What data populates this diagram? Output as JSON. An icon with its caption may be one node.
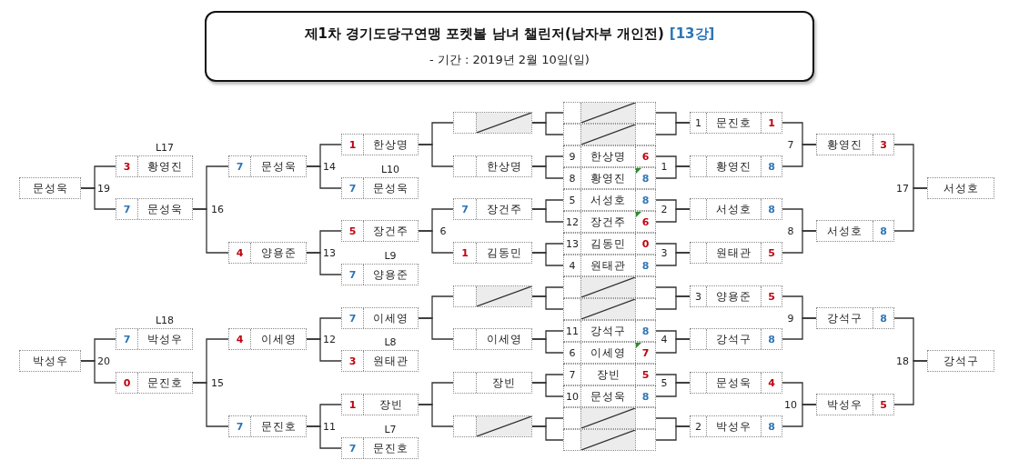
{
  "diagram": {
    "nodes": [
      {
        "text": [
          "제1차 경기도당구연맹 포켓볼 남녀 챌린저(남자부 개인전)",
          "[13강]",
          "- 기간 : 2019년 2월 10일(일)"
        ]
      },
      {
        "text": [
          "문성욱"
        ]
      },
      {
        "text": [
          "박성우"
        ]
      },
      {
        "text": [
          "3",
          "황영진"
        ],
        "beside": [
          "L17"
        ]
      },
      {
        "text": [
          "7",
          "문성욱"
        ]
      },
      {
        "text": [
          "7",
          "박성우"
        ],
        "beside": [
          "L18"
        ]
      },
      {
        "text": [
          "0",
          "문진호"
        ]
      },
      {
        "text": [
          "7",
          "문성욱"
        ]
      },
      {
        "text": [
          "4",
          "양용준"
        ]
      },
      {
        "text": [
          "4",
          "이세영"
        ]
      },
      {
        "text": [
          "7",
          "문진호"
        ]
      },
      {
        "text": [
          "1",
          "한상명"
        ]
      },
      {
        "text": [
          "7",
          "문성욱"
        ],
        "beside": [
          "L10"
        ]
      },
      {
        "text": [
          "5",
          "장건주"
        ]
      },
      {
        "text": [
          "7",
          "양용준"
        ],
        "beside": [
          "L9"
        ]
      },
      {
        "text": [
          "7",
          "이세영"
        ]
      },
      {
        "text": [
          "3",
          "원태관"
        ],
        "beside": [
          "L8"
        ]
      },
      {
        "text": [
          "1",
          "장빈"
        ]
      },
      {
        "text": [
          "7",
          "문진호"
        ],
        "beside": [
          "L7"
        ]
      },
      {
        "text": [],
        "shape": "box"
      },
      {
        "text": [
          "한상명"
        ]
      },
      {
        "text": [
          "7",
          "장건주"
        ]
      },
      {
        "text": [
          "1",
          "김동민"
        ]
      },
      {
        "text": [],
        "shape": "box"
      },
      {
        "text": [
          "이세영"
        ]
      },
      {
        "text": [
          "장빈"
        ]
      },
      {
        "text": [],
        "shape": "box"
      },
      {
        "text": [],
        "shape": "box"
      },
      {
        "text": [],
        "shape": "box"
      },
      {
        "text": [
          "9",
          "한상명",
          "6"
        ]
      },
      {
        "text": [
          "8",
          "황영진",
          "8"
        ]
      },
      {
        "text": [
          "5",
          "서성호",
          "8"
        ]
      },
      {
        "text": [
          "12",
          "장건주",
          "6"
        ]
      },
      {
        "text": [
          "13",
          "김동민",
          "0"
        ]
      },
      {
        "text": [
          "4",
          "원태관",
          "8"
        ]
      },
      {
        "text": [],
        "shape": "box"
      },
      {
        "text": [],
        "shape": "box"
      },
      {
        "text": [
          "11",
          "강석구",
          "8"
        ]
      },
      {
        "text": [
          "6",
          "이세영",
          "7"
        ]
      },
      {
        "text": [
          "7",
          "장빈",
          "5"
        ]
      },
      {
        "text": [
          "10",
          "문성욱",
          "8"
        ]
      },
      {
        "text": [],
        "shape": "box"
      },
      {
        "text": [],
        "shape": "box"
      },
      {
        "text": [
          "1",
          "문진호",
          "1"
        ]
      },
      {
        "text": [
          "황영진",
          "8"
        ]
      },
      {
        "text": [
          "서성호",
          "8"
        ]
      },
      {
        "text": [
          "원태관",
          "5"
        ]
      },
      {
        "text": [
          "3",
          "양용준",
          "5"
        ]
      },
      {
        "text": [
          "강석구",
          "8"
        ]
      },
      {
        "text": [
          "문성욱",
          "4"
        ]
      },
      {
        "text": [
          "2",
          "박성우",
          "8"
        ]
      },
      {
        "text": [
          "황영진",
          "3"
        ]
      },
      {
        "text": [
          "서성호",
          "8"
        ]
      },
      {
        "text": [
          "강석구",
          "8"
        ]
      },
      {
        "text": [
          "박성우",
          "5"
        ]
      },
      {
        "text": [
          "서성호"
        ]
      },
      {
        "text": [
          "강석구"
        ]
      }
    ],
    "edges": [
      {
        "from": 1,
        "to": 3,
        "arrow": "none"
      },
      {
        "from": 1,
        "to": 4,
        "arrow": "none"
      },
      {
        "from": 4,
        "to": 7,
        "arrow": "none"
      },
      {
        "from": 4,
        "to": 8,
        "arrow": "none"
      },
      {
        "from": 7,
        "to": 11,
        "arrow": "none"
      },
      {
        "from": 7,
        "to": 12,
        "arrow": "none"
      },
      {
        "from": 8,
        "to": 13,
        "arrow": "none"
      },
      {
        "from": 8,
        "to": 14,
        "arrow": "none"
      },
      {
        "from": 11,
        "to": 19,
        "arrow": "none"
      },
      {
        "from": 11,
        "to": 20,
        "arrow": "none"
      },
      {
        "from": 13,
        "to": 21,
        "arrow": "none"
      },
      {
        "from": 13,
        "to": 22,
        "arrow": "none"
      },
      {
        "from": 19,
        "to": 27,
        "arrow": "none"
      },
      {
        "from": 19,
        "to": 28,
        "arrow": "none"
      },
      {
        "from": 20,
        "to": 29,
        "arrow": "none"
      },
      {
        "from": 20,
        "to": 30,
        "arrow": "none"
      },
      {
        "from": 21,
        "to": 31,
        "arrow": "none"
      },
      {
        "from": 21,
        "to": 32,
        "arrow": "none"
      },
      {
        "from": 22,
        "to": 33,
        "arrow": "none"
      },
      {
        "from": 22,
        "to": 34,
        "arrow": "none"
      },
      {
        "from": 2,
        "to": 5,
        "arrow": "none"
      },
      {
        "from": 2,
        "to": 6,
        "arrow": "none"
      },
      {
        "from": 6,
        "to": 9,
        "arrow": "none"
      },
      {
        "from": 6,
        "to": 10,
        "arrow": "none"
      },
      {
        "from": 9,
        "to": 15,
        "arrow": "none"
      },
      {
        "from": 9,
        "to": 16,
        "arrow": "none"
      },
      {
        "from": 10,
        "to": 17,
        "arrow": "none"
      },
      {
        "from": 10,
        "to": 18,
        "arrow": "none"
      },
      {
        "from": 15,
        "to": 23,
        "arrow": "none"
      },
      {
        "from": 15,
        "to": 24,
        "arrow": "none"
      },
      {
        "from": 17,
        "to": 25,
        "arrow": "none"
      },
      {
        "from": 17,
        "to": 26,
        "arrow": "none"
      },
      {
        "from": 23,
        "to": 35,
        "arrow": "none"
      },
      {
        "from": 23,
        "to": 36,
        "arrow": "none"
      },
      {
        "from": 24,
        "to": 37,
        "arrow": "none"
      },
      {
        "from": 24,
        "to": 38,
        "arrow": "none"
      },
      {
        "from": 25,
        "to": 39,
        "arrow": "none"
      },
      {
        "from": 25,
        "to": 40,
        "arrow": "none"
      },
      {
        "from": 26,
        "to": 41,
        "arrow": "none"
      },
      {
        "from": 26,
        "to": 42,
        "arrow": "none"
      },
      {
        "from": 27,
        "to": 43,
        "arrow": "none"
      },
      {
        "from": 28,
        "to": 43,
        "arrow": "none"
      },
      {
        "from": 29,
        "to": 44,
        "arrow": "none"
      },
      {
        "from": 30,
        "to": 44,
        "arrow": "none"
      },
      {
        "from": 31,
        "to": 45,
        "arrow": "none"
      },
      {
        "from": 32,
        "to": 45,
        "arrow": "none"
      },
      {
        "from": 33,
        "to": 46,
        "arrow": "none"
      },
      {
        "from": 34,
        "to": 46,
        "arrow": "none"
      },
      {
        "from": 35,
        "to": 47,
        "arrow": "none"
      },
      {
        "from": 36,
        "to": 47,
        "arrow": "none"
      },
      {
        "from": 37,
        "to": 48,
        "arrow": "none"
      },
      {
        "from": 38,
        "to": 48,
        "arrow": "none"
      },
      {
        "from": 39,
        "to": 49,
        "arrow": "none"
      },
      {
        "from": 40,
        "to": 49,
        "arrow": "none"
      },
      {
        "from": 41,
        "to": 50,
        "arrow": "none"
      },
      {
        "from": 42,
        "to": 50,
        "arrow": "none"
      },
      {
        "from": 43,
        "to": 51,
        "arrow": "none"
      },
      {
        "from": 44,
        "to": 51,
        "arrow": "none"
      },
      {
        "from": 45,
        "to": 52,
        "arrow": "none"
      },
      {
        "from": 46,
        "to": 52,
        "arrow": "none"
      },
      {
        "from": 47,
        "to": 53,
        "arrow": "none"
      },
      {
        "from": 48,
        "to": 53,
        "arrow": "none"
      },
      {
        "from": 49,
        "to": 54,
        "arrow": "none"
      },
      {
        "from": 50,
        "to": 54,
        "arrow": "none"
      },
      {
        "from": 51,
        "to": 55,
        "arrow": "none"
      },
      {
        "from": 52,
        "to": 55,
        "arrow": "none"
      },
      {
        "from": 53,
        "to": 56,
        "arrow": "none"
      },
      {
        "from": 54,
        "to": 56,
        "arrow": "none"
      }
    ],
    "labels": [
      "7",
      "14",
      "1",
      "19",
      "17",
      "16",
      "2",
      "6",
      "8",
      "13",
      "3",
      "9",
      "12",
      "4",
      "20",
      "18",
      "15",
      "5",
      "10",
      "11"
    ]
  }
}
